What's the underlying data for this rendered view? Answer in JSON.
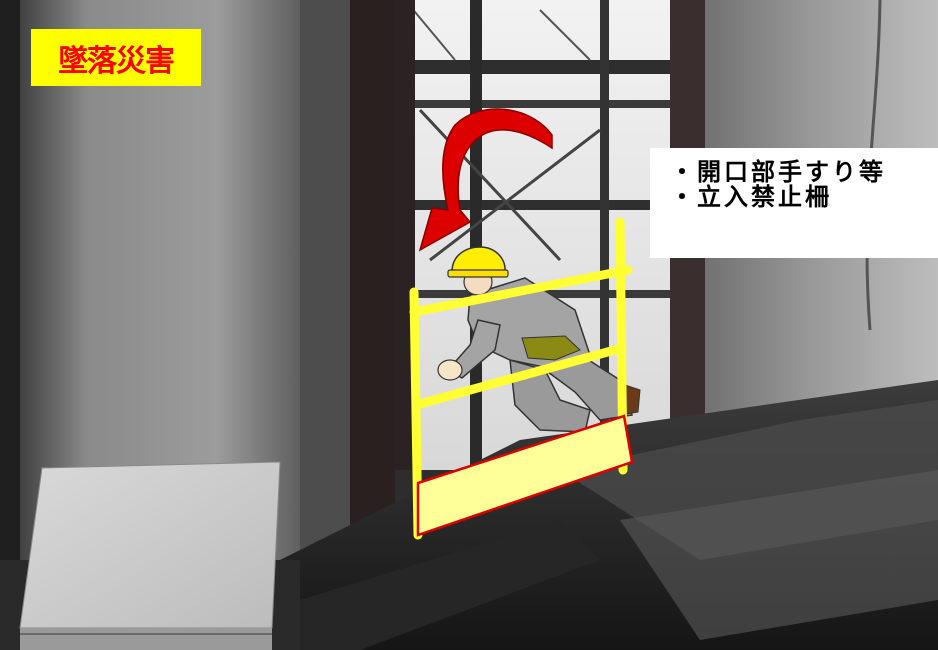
{
  "badge": {
    "label": "墜落災害",
    "background": "#ffff00",
    "text_color": "#ff0000"
  },
  "note": {
    "lines": [
      "・開口部手すり等",
      "・立入禁止柵"
    ]
  },
  "illustration": {
    "arrow_color": "#dd0000",
    "rail_color": "#ffff33",
    "toe_board_fill": "#ffff99",
    "toe_board_stroke": "#dd0000",
    "helmet_color": "#ffee00",
    "uniform_color": "#9a9a9a"
  }
}
